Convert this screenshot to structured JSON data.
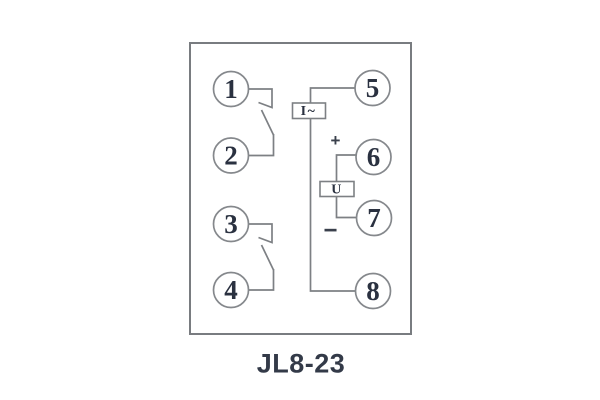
{
  "diagram": {
    "title": "JL8-23",
    "terminals": [
      {
        "label": "1"
      },
      {
        "label": "2"
      },
      {
        "label": "3"
      },
      {
        "label": "4"
      },
      {
        "label": "5"
      },
      {
        "label": "6"
      },
      {
        "label": "7"
      },
      {
        "label": "8"
      }
    ],
    "components": {
      "current_coil_label": "I~",
      "voltage_coil_label": "U",
      "plus_symbol": "+",
      "minus_symbol": "−"
    },
    "contacts": [
      {
        "between": [
          "1",
          "2"
        ],
        "type": "normally-open"
      },
      {
        "between": [
          "3",
          "4"
        ],
        "type": "normally-open"
      }
    ],
    "connections": [
      {
        "from": "5",
        "through": "current coil I~",
        "to": "8"
      },
      {
        "from": "6",
        "through": "voltage coil U",
        "to": "7",
        "polarity_6": "+",
        "polarity_7": "−"
      }
    ],
    "colors": {
      "line": "#7d8084",
      "text": "#2a3140",
      "background": "#ffffff"
    }
  }
}
